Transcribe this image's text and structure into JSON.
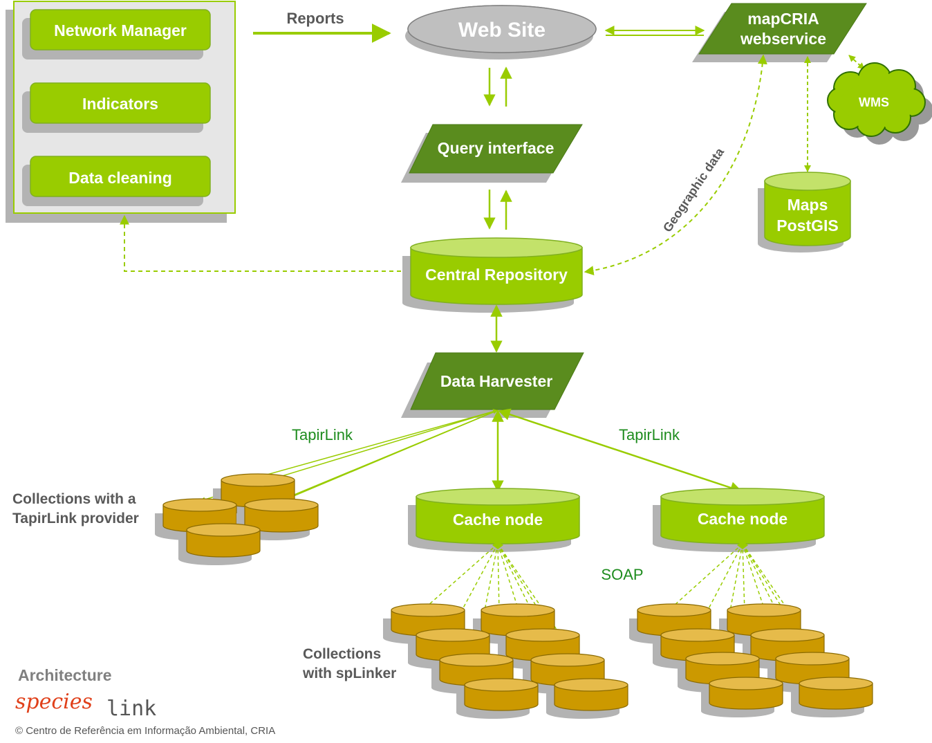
{
  "colors": {
    "green": "#99cc00",
    "green_top": "#c3e26a",
    "dark_green": "#5a8c1e",
    "edge_green": "#80b020",
    "gold": "#cc9900",
    "gold_top": "#e6bb4a",
    "shadow": "#b3b3b3",
    "panel": "#e6e6e6",
    "label_green": "#1e8c1e",
    "grey_text": "#595959",
    "white": "#ffffff"
  },
  "panel": {
    "network_manager": "Network Manager",
    "indicators": "Indicators",
    "data_cleaning": "Data cleaning"
  },
  "nodes": {
    "web_site": "Web Site",
    "mapcria_line1": "mapCRIA",
    "mapcria_line2": "webservice",
    "wms": "WMS",
    "maps_line1": "Maps",
    "maps_line2": "PostGIS",
    "query_interface": "Query interface",
    "central_repository": "Central Repository",
    "data_harvester": "Data Harvester",
    "cache_node_left": "Cache node",
    "cache_node_right": "Cache node"
  },
  "edge_labels": {
    "reports": "Reports",
    "geographic_data": "Geographic data",
    "tapirlink_left": "TapirLink",
    "tapirlink_right": "TapirLink",
    "soap": "SOAP"
  },
  "annotations": {
    "collections_tapir_line1": "Collections with a",
    "collections_tapir_line2": "TapirLink provider",
    "collections_splinker_line1": "Collections",
    "collections_splinker_line2": "with spLinker",
    "architecture": "Architecture",
    "logo_species": "species",
    "logo_link": "link",
    "copyright": "© Centro de Referência em Informação Ambiental, CRIA"
  }
}
